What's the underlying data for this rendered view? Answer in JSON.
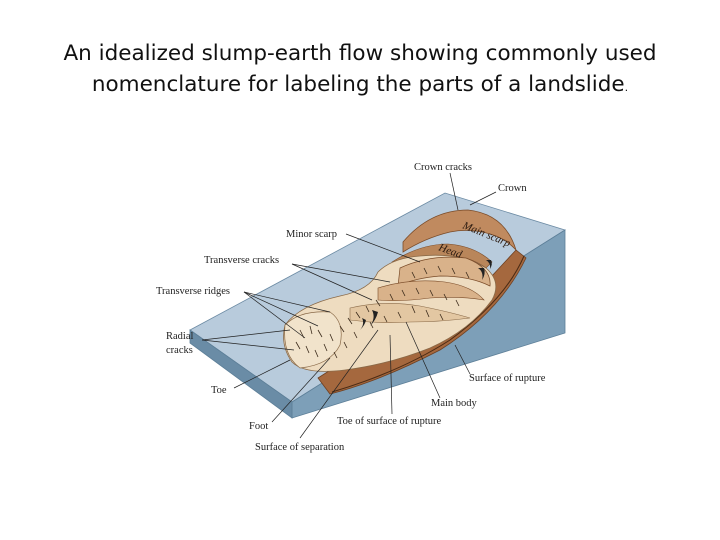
{
  "slide": {
    "title_line1": "An idealized slump-earth flow showing commonly used",
    "title_line2": "nomenclature for labeling the parts of a landslide",
    "title_period": "."
  },
  "diagram": {
    "labels": {
      "crown_cracks": "Crown cracks",
      "crown": "Crown",
      "minor_scarp": "Minor scarp",
      "transverse_cracks": "Transverse cracks",
      "transverse_ridges": "Transverse ridges",
      "radial_cracks_1": "Radial",
      "radial_cracks_2": "cracks",
      "toe": "Toe",
      "foot": "Foot",
      "surface_of_separation": "Surface of separation",
      "toe_of_surface_of_rupture": "Toe of surface of rupture",
      "main_body": "Main body",
      "surface_of_rupture": "Surface of rupture",
      "main_scarp": "Main scarp",
      "head": "Head"
    },
    "colors": {
      "slope_top": "#b8cbdc",
      "slope_side": "#7d9fb8",
      "slope_side_dark": "#6a8ca6",
      "scarp_face": "#c08a5f",
      "rupture_cut": "#a5683e",
      "earth_light": "#eedcc0",
      "earth_mid": "#d9b28a",
      "earth_dark": "#b9865a"
    }
  }
}
